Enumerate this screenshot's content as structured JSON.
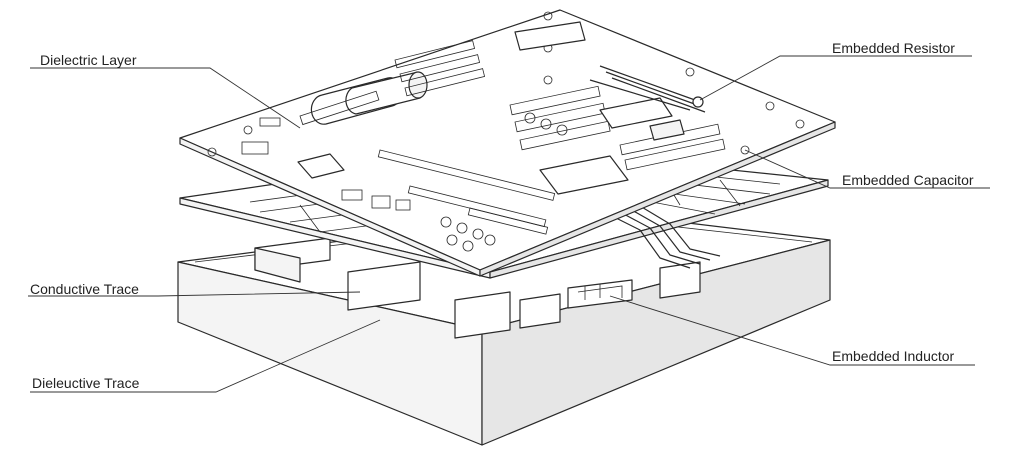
{
  "labels": {
    "dielectric_layer": "Dielectric Layer",
    "embedded_resistor": "Embedded Resistor",
    "embedded_capacitor": "Embedded Capacitor",
    "conductive_trace": "Conductive Trace",
    "dieleuctive_trace": "Dieleuctive Trace",
    "embedded_inductor": "Embedded Inductor"
  },
  "colors": {
    "line": "#2a2a2a",
    "background": "#ffffff"
  }
}
